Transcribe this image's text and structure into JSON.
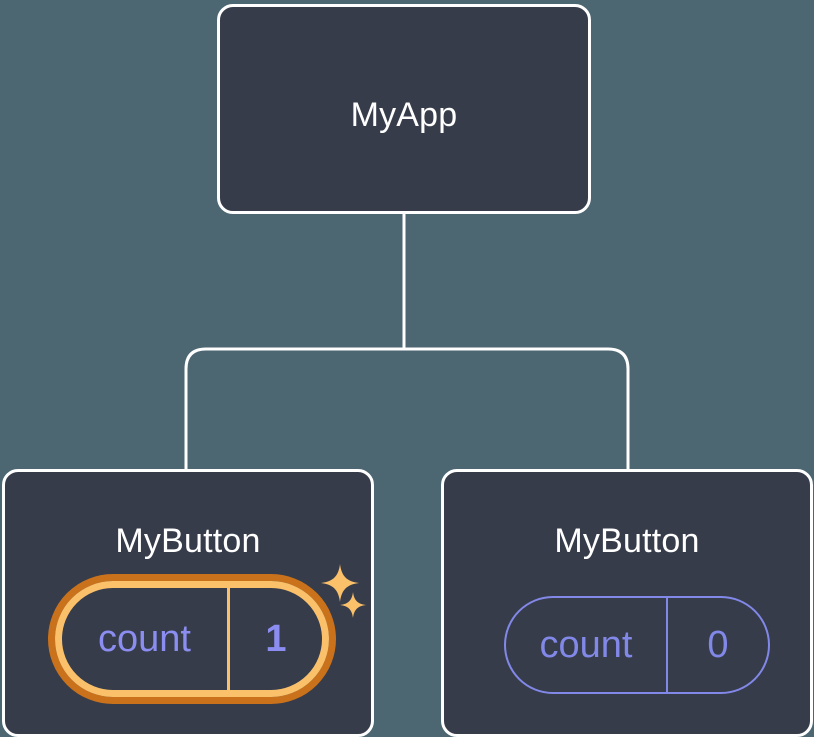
{
  "diagram": {
    "type": "component-tree",
    "background_color": "#4c6672",
    "card_fill_color": "#363c4a",
    "card_border_color": "#ffffff",
    "connector_color": "#ffffff",
    "highlight_outer_color": "#c9721b",
    "highlight_inner_color": "#fbc06a",
    "state_text_color": "#8288e8",
    "sparkle_color": "#fbc06a"
  },
  "root": {
    "title": "MyApp"
  },
  "children": [
    {
      "title": "MyButton",
      "state": {
        "label": "count",
        "value": "1"
      },
      "highlighted": true,
      "sparkles": [
        "sparkle-large",
        "sparkle-small"
      ]
    },
    {
      "title": "MyButton",
      "state": {
        "label": "count",
        "value": "0"
      },
      "highlighted": false,
      "sparkles": []
    }
  ]
}
